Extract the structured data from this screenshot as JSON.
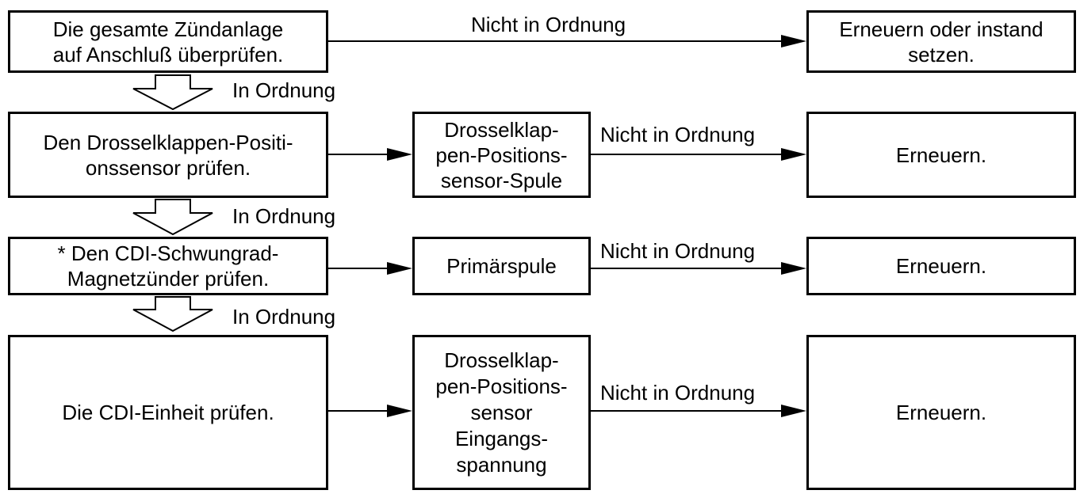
{
  "boxes": {
    "ignition_check": "Die gesamte Zündanlage\nauf Anschluß überprüfen.",
    "ignition_fix": "Erneuern oder instand\nsetzen.",
    "tps_check": "Den Drosselklappen-Positi-\nonssensor prüfen.",
    "tps_coil": "Drosselklap-\npen-Positions-\nsensor-Spule",
    "tps_replace": "Erneuern.",
    "cdi_magneto_check": "* Den CDI-Schwungrad-\nMagnetzünder prüfen.",
    "primary_coil": "Primärspule",
    "primary_replace": "Erneuern.",
    "cdi_unit_check": "Die CDI-Einheit prüfen.",
    "tps_input_voltage": "Drosselklap-\npen-Positions-\nsensor\nEingangs-\nspannung",
    "cdi_replace": "Erneuern."
  },
  "labels": {
    "not_ok_1": "Nicht in Ordnung",
    "not_ok_2": "Nicht in Ordnung",
    "not_ok_3": "Nicht in Ordnung",
    "not_ok_4": "Nicht in Ordnung",
    "ok_1": "In Ordnung",
    "ok_2": "In Ordnung",
    "ok_3": "In Ordnung"
  }
}
